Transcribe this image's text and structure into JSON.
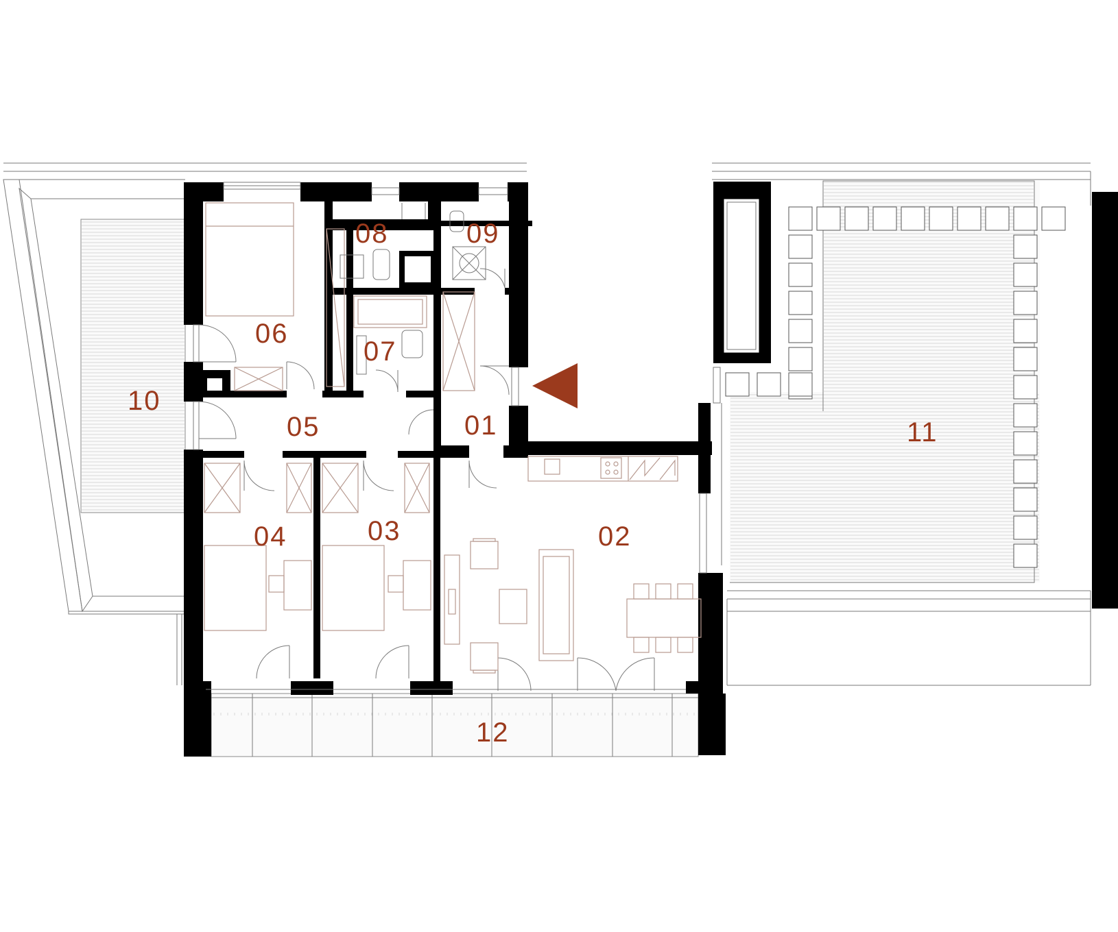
{
  "colors": {
    "wall": "#000000",
    "label": "#9b3a1d",
    "entrance_marker": "#9b3a1d",
    "furniture": "#b89a90",
    "thin_line": "#7a7a7a"
  },
  "rooms": [
    {
      "id": "01",
      "label": "01"
    },
    {
      "id": "02",
      "label": "02"
    },
    {
      "id": "03",
      "label": "03"
    },
    {
      "id": "04",
      "label": "04"
    },
    {
      "id": "05",
      "label": "05"
    },
    {
      "id": "06",
      "label": "06"
    },
    {
      "id": "07",
      "label": "07"
    },
    {
      "id": "08",
      "label": "08"
    },
    {
      "id": "09",
      "label": "09"
    },
    {
      "id": "10",
      "label": "10"
    },
    {
      "id": "11",
      "label": "11"
    },
    {
      "id": "12",
      "label": "12"
    }
  ],
  "entrance_marker": {
    "icon": "entrance-arrow-icon"
  }
}
